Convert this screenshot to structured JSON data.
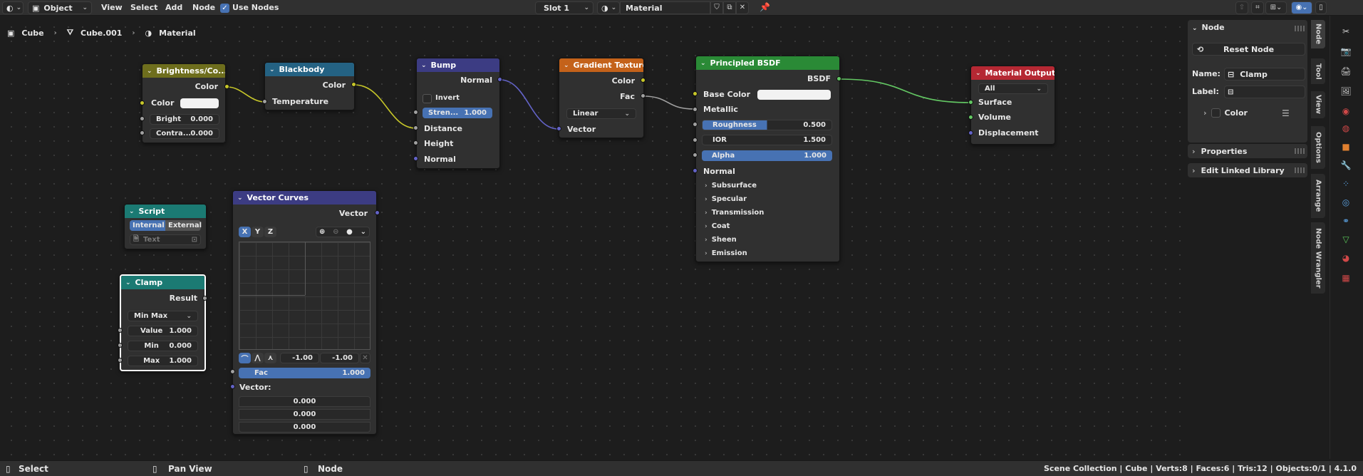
{
  "header": {
    "mode": "Object",
    "menus": [
      "View",
      "Select",
      "Add",
      "Node"
    ],
    "use_nodes": "Use Nodes",
    "slot": "Slot 1",
    "material": "Material"
  },
  "breadcrumb": [
    "Cube",
    "Cube.001",
    "Material"
  ],
  "nodes": {
    "brightness": {
      "title": "Brightness/Co...",
      "out": "Color",
      "in_color": "Color",
      "bright_label": "Bright",
      "bright_val": "0.000",
      "contrast_label": "Contra...",
      "contrast_val": "0.000"
    },
    "blackbody": {
      "title": "Blackbody",
      "out": "Color",
      "in": "Temperature"
    },
    "bump": {
      "title": "Bump",
      "out": "Normal",
      "invert": "Invert",
      "strength_label": "Stren...",
      "strength_val": "1.000",
      "distance": "Distance",
      "height": "Height",
      "normal": "Normal"
    },
    "gradient": {
      "title": "Gradient Texture",
      "out_color": "Color",
      "out_fac": "Fac",
      "type": "Linear",
      "vector": "Vector"
    },
    "bsdf": {
      "title": "Principled BSDF",
      "out": "BSDF",
      "base_color": "Base Color",
      "metallic": "Metallic",
      "roughness_label": "Roughness",
      "roughness_val": "0.500",
      "ior_label": "IOR",
      "ior_val": "1.500",
      "alpha_label": "Alpha",
      "alpha_val": "1.000",
      "normal": "Normal",
      "panels": [
        "Subsurface",
        "Specular",
        "Transmission",
        "Coat",
        "Sheen",
        "Emission"
      ]
    },
    "output": {
      "title": "Material Output",
      "target": "All",
      "surface": "Surface",
      "volume": "Volume",
      "displacement": "Displacement"
    },
    "script": {
      "title": "Script",
      "internal": "Internal",
      "external": "External",
      "text": "Text"
    },
    "clamp": {
      "title": "Clamp",
      "out": "Result",
      "type": "Min Max",
      "value_label": "Value",
      "value_val": "1.000",
      "min_label": "Min",
      "min_val": "0.000",
      "max_label": "Max",
      "max_val": "1.000"
    },
    "curves": {
      "title": "Vector Curves",
      "out": "Vector",
      "x": "X",
      "y": "Y",
      "z": "Z",
      "clip_min": "-1.00",
      "clip_max": "-1.00",
      "fac_label": "Fac",
      "fac_val": "1.000",
      "vector_label": "Vector:",
      "v1": "0.000",
      "v2": "0.000",
      "v3": "0.000"
    }
  },
  "npanel": {
    "title": "Node",
    "reset": "Reset Node",
    "name_label": "Name:",
    "name_val": "Clamp",
    "label_label": "Label:",
    "color": "Color",
    "properties": "Properties",
    "edit_linked": "Edit Linked Library"
  },
  "vtabs": [
    "Node",
    "Tool",
    "View",
    "Options",
    "Arrange",
    "Node Wrangler"
  ],
  "status": {
    "select": "Select",
    "pan": "Pan View",
    "node": "Node",
    "info": "Scene Collection | Cube | Verts:8 | Faces:6 | Tris:12 | Objects:0/1 | 4.1.0"
  },
  "colors": {
    "header_input": "#83314a",
    "header_shader": "#2a8a36",
    "header_vector": "#3c3c83",
    "header_converter": "#246283",
    "header_texture": "#c4621a",
    "header_output": "#b52833",
    "header_color": "#6e6e1d",
    "accent_blue": "#4772b3"
  }
}
